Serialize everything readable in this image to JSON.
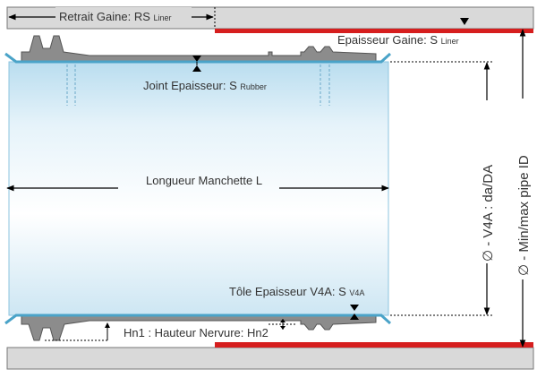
{
  "labels": {
    "retrait_gaine": "Retrait Gaine: RS",
    "retrait_gaine_sub": "Liner",
    "epaisseur_gaine": "Epaisseur Gaine: S",
    "epaisseur_gaine_sub": "Liner",
    "joint_epaisseur": "Joint Epaisseur: S",
    "joint_epaisseur_sub": "Rubber",
    "longueur_manchette": "Longueur Manchette L",
    "tole_epaisseur": "Tôle Epaisseur V4A: S",
    "tole_epaisseur_sub": "V4A",
    "hauteur_nervure": "Hn1 : Hauteur Nervure: Hn2",
    "diameter_v4a": "∅ - V4A : da/DA",
    "diameter_pipe": "∅ - Min/max pipe ID"
  },
  "colors": {
    "pipe_wall": "#d9d9d9",
    "liner": "#d61e1e",
    "sleeve_body": "#e2f0f8",
    "steel_edge": "#4aa3c8",
    "rubber": "#8c8c8c",
    "dimension_line": "#000000"
  }
}
